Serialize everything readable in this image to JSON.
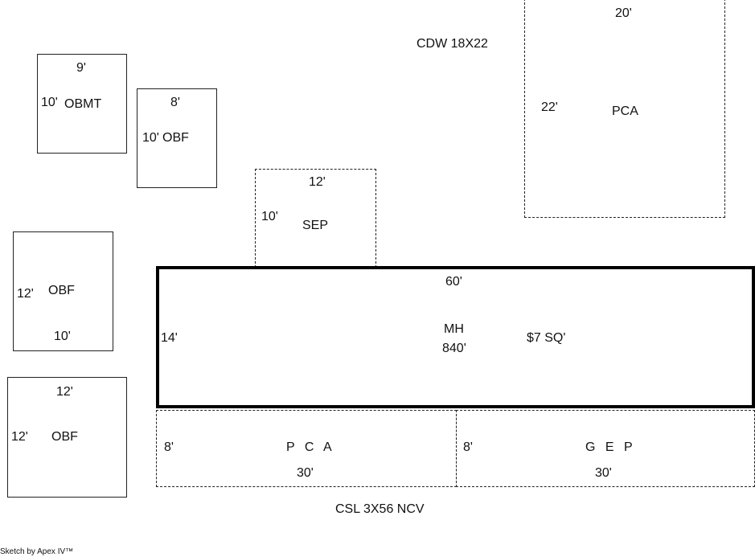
{
  "annotations": {
    "cdw": "CDW 18X22",
    "csl": "CSL 3X56 NCV"
  },
  "pca_top": {
    "width": "20'",
    "depth": "22'",
    "code": "PCA"
  },
  "obmt": {
    "width": "9'",
    "depth": "10'",
    "code": "OBMT"
  },
  "obf_8x10": {
    "width": "8'",
    "depth": "10'",
    "code": "OBF"
  },
  "sep": {
    "width": "12'",
    "depth": "10'",
    "code": "SEP"
  },
  "obf_left_mid": {
    "depth": "12'",
    "width": "10'",
    "code": "OBF"
  },
  "obf_left_bottom": {
    "width": "12'",
    "depth": "12'",
    "code": "OBF"
  },
  "mh": {
    "length": "60'",
    "depth": "14'",
    "code": "MH",
    "area": "840'",
    "rate": "$7 SQ'"
  },
  "pca_bottom": {
    "depth": "8'",
    "length": "30'",
    "code": "P C A"
  },
  "gep": {
    "depth": "8'",
    "length": "30'",
    "code": "G E P"
  },
  "footer": "Sketch by Apex IV™"
}
